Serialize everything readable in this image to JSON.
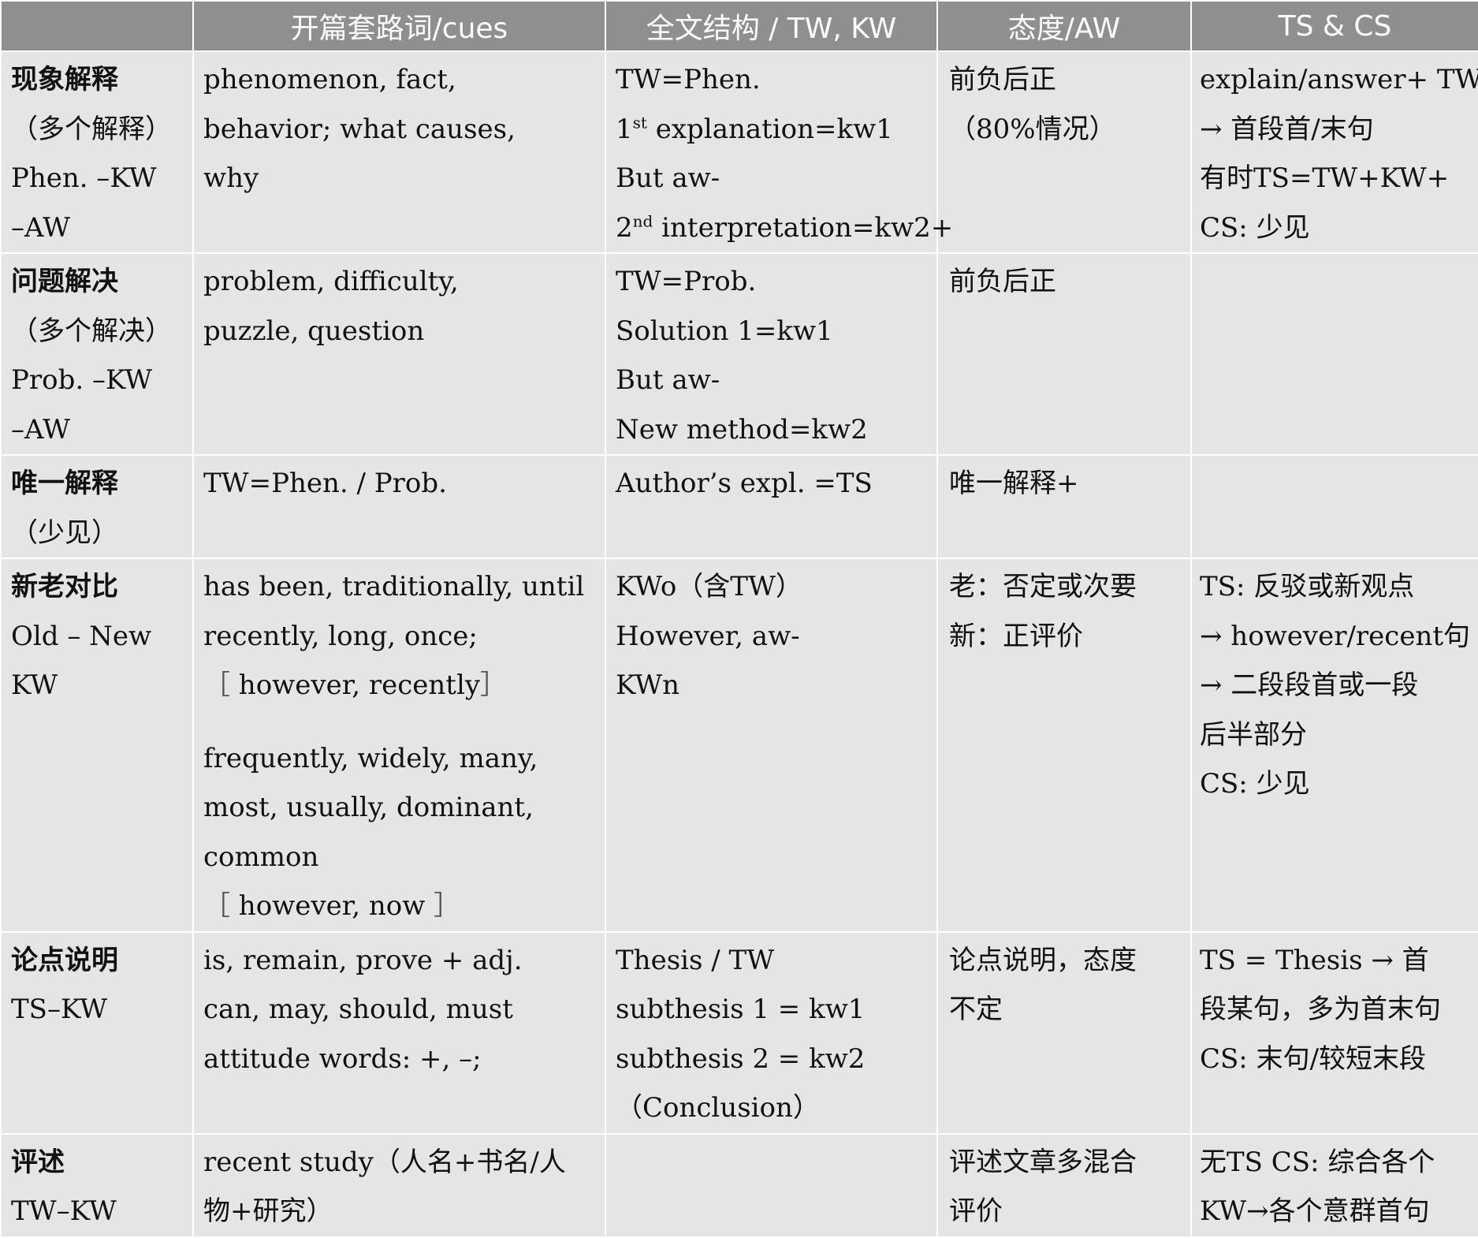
{
  "headers": [
    "",
    "开篇套路词/cues",
    "全文结构 / TW, KW",
    "态度/AW",
    "TS & CS"
  ],
  "rows": [
    {
      "type": [
        "现象解释",
        "（多个解释）",
        "Phen. –KW",
        "–AW"
      ],
      "cues": [
        "phenomenon, fact,",
        "behavior; what causes,",
        "why"
      ],
      "structure": {
        "l1": "TW=Phen.",
        "l2_num": "1",
        "l2_sup": "st",
        "l2_rest": " explanation=kw1",
        "l3": "But aw-",
        "l4_num": "2",
        "l4_sup": "nd",
        "l4_rest": " interpretation=kw2+"
      },
      "attitude": [
        "前负后正",
        "（80%情况）"
      ],
      "ts_cs": [
        "explain/answer+ TW",
        "→ 首段首/末句",
        "有时TS=TW+KW+",
        "CS: 少见"
      ]
    },
    {
      "type": [
        "问题解决",
        "（多个解决）",
        "Prob. –KW",
        "–AW"
      ],
      "cues": [
        "problem, difficulty,",
        "puzzle, question"
      ],
      "structure": [
        "TW=Prob.",
        "Solution 1=kw1",
        "But aw-",
        "New method=kw2"
      ],
      "attitude": [
        "前负后正"
      ],
      "ts_cs": []
    },
    {
      "type": [
        "唯一解释",
        "（少见）"
      ],
      "cues": [
        "TW=Phen. / Prob."
      ],
      "structure": [
        "Author’s expl. =TS"
      ],
      "attitude": [
        "唯一解释+"
      ],
      "ts_cs": []
    },
    {
      "type": [
        "新老对比",
        "Old – New",
        "KW"
      ],
      "cues_a": [
        "has been, traditionally, until",
        "recently, long, once;"
      ],
      "cues_a_bracket": [
        "［",
        " however, recently",
        "］"
      ],
      "cues_b": [
        "frequently, widely, many,",
        "most, usually, dominant,",
        "common"
      ],
      "cues_b_bracket": [
        "［",
        " however, now  ",
        "］"
      ],
      "structure": [
        "KWo（含TW）",
        "However, aw-",
        "KWn"
      ],
      "attitude": [
        "老：否定或次要",
        "新：正评价"
      ],
      "ts_cs": [
        "TS: 反驳或新观点",
        "→ however/recent句",
        "→ 二段段首或一段",
        "后半部分",
        "CS: 少见"
      ]
    },
    {
      "type": [
        "论点说明",
        "TS–KW"
      ],
      "cues": [
        "is, remain, prove + adj.",
        "can, may, should, must",
        "attitude words: +, –;"
      ],
      "structure": [
        "Thesis / TW",
        "subthesis 1 = kw1",
        "subthesis 2 = kw2",
        "（Conclusion）"
      ],
      "attitude": [
        "论点说明，态度",
        "不定"
      ],
      "ts_cs": [
        "TS = Thesis → 首",
        "段某句，多为首末句",
        "CS: 末句/较短末段"
      ]
    },
    {
      "type": [
        "评述",
        "TW–KW"
      ],
      "cues": [
        "recent study（人名+书名/人",
        "物+研究）"
      ],
      "structure": [],
      "attitude": [
        "评述文章多混合",
        "评价"
      ],
      "ts_cs": [
        "无TS CS: 综合各个",
        "KW→各个意群首句"
      ]
    }
  ]
}
